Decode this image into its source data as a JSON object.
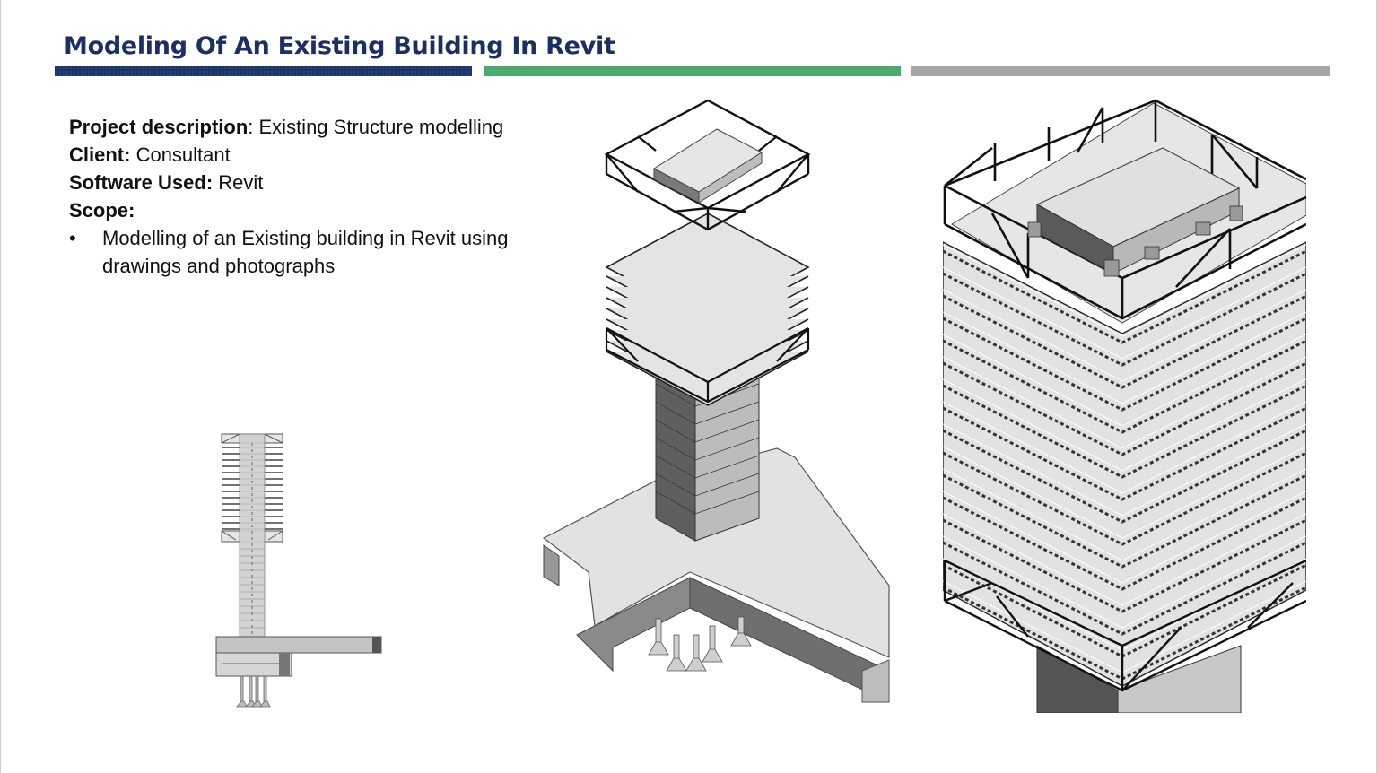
{
  "slide": {
    "title": "Modeling Of An Existing Building In Revit",
    "accent_colors": {
      "navy": "#1b3366",
      "green": "#4caa6f",
      "gray": "#a6a6a6",
      "title": "#1a2f63"
    }
  },
  "details": {
    "project_description": {
      "label": "Project description",
      "value": ": Existing Structure modelling"
    },
    "client": {
      "label": "Client:",
      "value": " Consultant"
    },
    "software": {
      "label": "Software Used:",
      "value": " Revit"
    },
    "scope": {
      "label": "Scope:",
      "bullet": "•",
      "items": [
        "Modelling of an Existing building in Revit using drawings and photographs"
      ]
    }
  },
  "figures": [
    {
      "name": "elevation-view",
      "description": "Section / elevation of tower on podium with piles"
    },
    {
      "name": "isometric-view",
      "description": "3D isometric of tower with truss frames, core and podium with piles"
    },
    {
      "name": "closeup-view",
      "description": "3D close-up of upper tower floors and roof truss"
    }
  ]
}
